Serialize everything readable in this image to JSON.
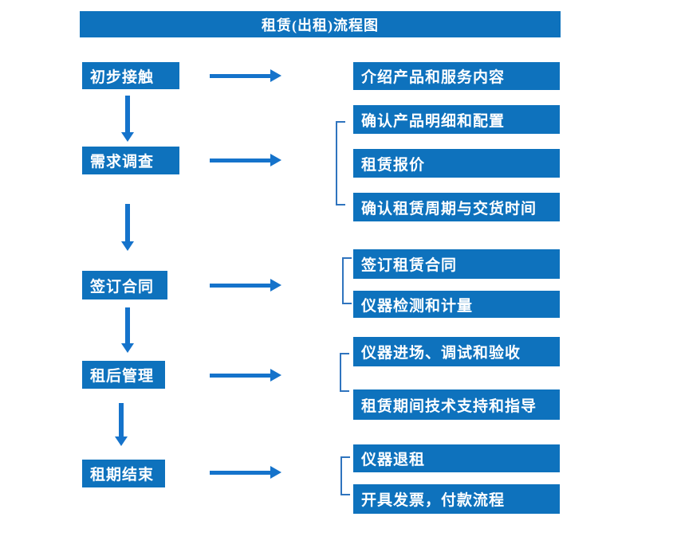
{
  "title": "租赁(出租)流程图",
  "colors": {
    "box_blue": "#0E72BD",
    "arrow_blue": "#1573CB",
    "bracket_blue": "#2F74BE",
    "text_white": "#FFFFFF",
    "background": "#FFFFFF"
  },
  "flow": {
    "steps": [
      {
        "label": "初步接触",
        "details": [
          "介绍产品和服务内容"
        ]
      },
      {
        "label": "需求调查",
        "details": [
          "确认产品明细和配置",
          "租赁报价",
          "确认租赁周期与交货时间"
        ]
      },
      {
        "label": "签订合同",
        "details": [
          "签订租赁合同",
          "仪器检测和计量"
        ]
      },
      {
        "label": "租后管理",
        "details": [
          "仪器进场、调试和验收",
          "租赁期间技术支持和指导"
        ]
      },
      {
        "label": "租期结束",
        "details": [
          "仪器退租",
          "开具发票，付款流程"
        ]
      }
    ]
  }
}
